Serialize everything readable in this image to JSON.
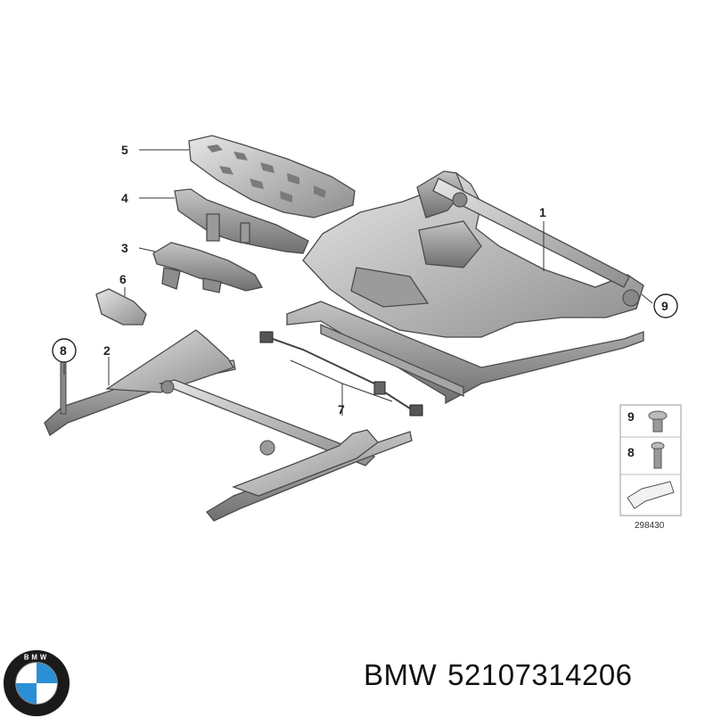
{
  "diagram": {
    "callouts": [
      "1",
      "2",
      "3",
      "4",
      "5",
      "6",
      "7",
      "8",
      "9"
    ],
    "legend": {
      "items": [
        {
          "number": "9",
          "icon": "torx-bolt-icon"
        },
        {
          "number": "8",
          "icon": "screw-icon"
        }
      ],
      "diagram_number": "298430"
    }
  },
  "footer": {
    "brand": "BMW",
    "part_number": "52107314206",
    "logo_text": "BMW",
    "colors": {
      "logo_blue": "#2b8fd6",
      "logo_ring": "#1a1a1a"
    }
  }
}
